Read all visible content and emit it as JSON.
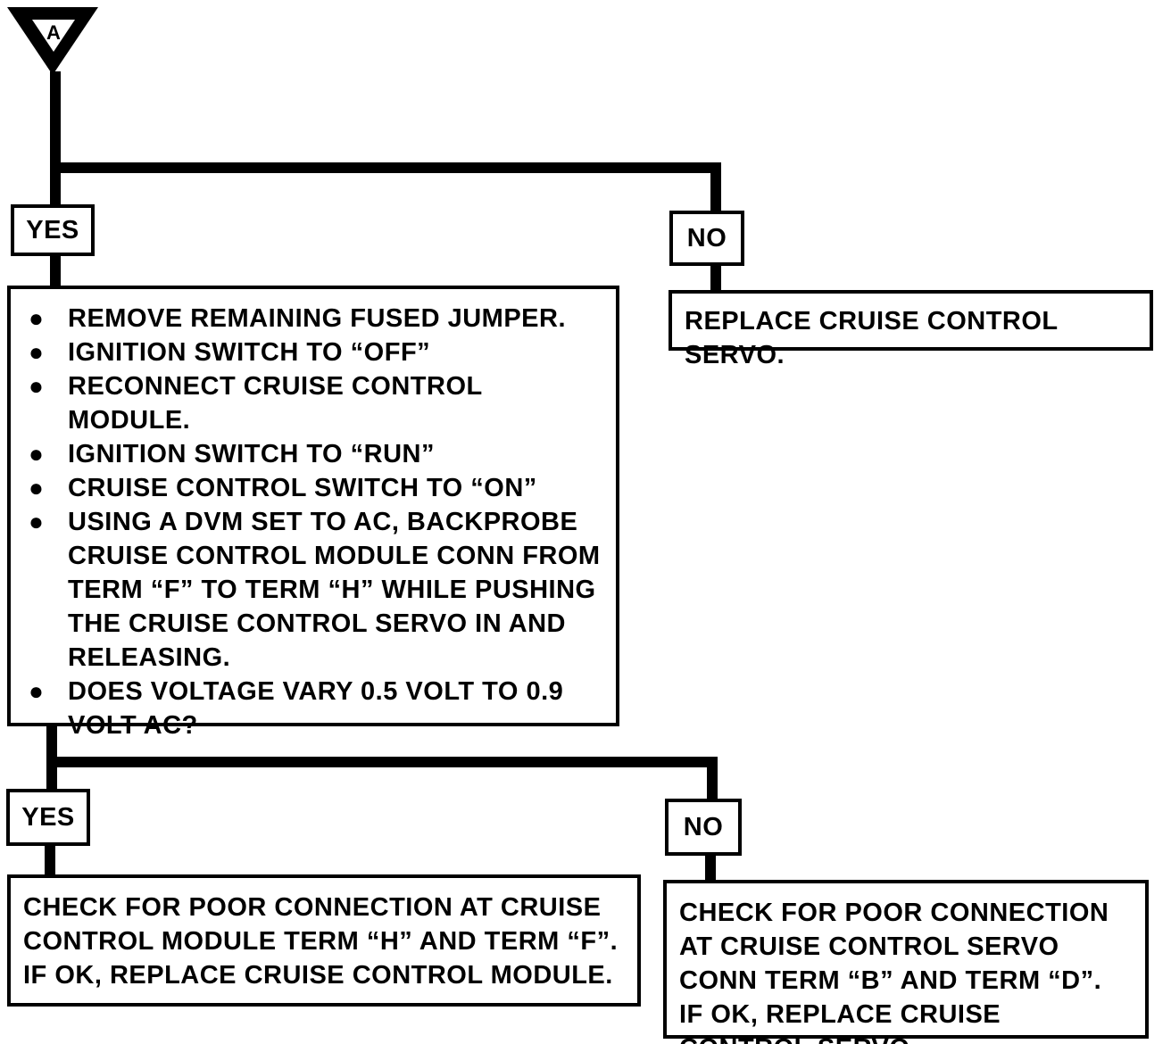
{
  "connector": {
    "letter": "A"
  },
  "branch1": {
    "yes_label": "YES",
    "no_label": "NO",
    "yes_steps": [
      "REMOVE REMAINING FUSED JUMPER.",
      "IGNITION SWITCH TO “OFF”",
      "RECONNECT CRUISE CONTROL MODULE.",
      "IGNITION SWITCH TO “RUN”",
      "CRUISE CONTROL SWITCH TO “ON”",
      "USING A DVM SET TO AC, BACKPROBE CRUISE CONTROL MODULE CONN FROM TERM “F” TO TERM “H” WHILE PUSHING THE CRUISE CONTROL SERVO IN AND RELEASING.",
      "DOES VOLTAGE VARY 0.5 VOLT TO 0.9 VOLT AC?"
    ],
    "no_action": "REPLACE CRUISE CONTROL SERVO."
  },
  "branch2": {
    "yes_label": "YES",
    "no_label": "NO",
    "yes_action": "CHECK FOR POOR CONNECTION AT CRUISE CONTROL MODULE TERM “H” AND TERM “F”. IF OK, REPLACE CRUISE CONTROL MODULE.",
    "no_action": "CHECK FOR POOR CONNECTION AT CRUISE CONTROL SERVO CONN TERM “B” AND TERM “D”. IF OK, REPLACE CRUISE CONTROL SERVO."
  }
}
